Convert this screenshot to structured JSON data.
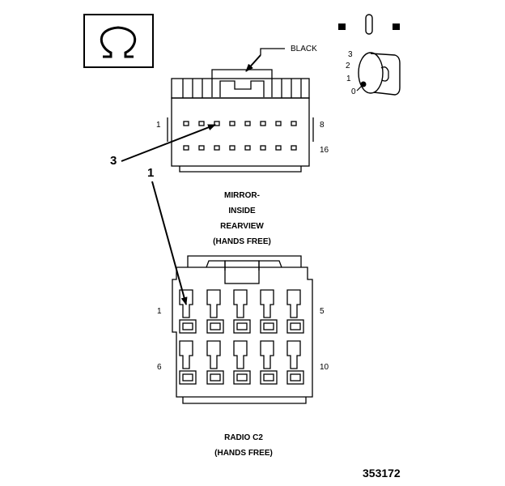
{
  "symbols": {
    "connector_symbol_icon": "omega-icon",
    "key_icon": "ignition-key-icon"
  },
  "key_positions": [
    "3",
    "2",
    "1",
    "0"
  ],
  "top_connector": {
    "wire_color_label": "BLACK",
    "pin_first": "1",
    "pin_row1_last": "8",
    "pin_last": "16",
    "name_lines": [
      "MIRROR-",
      "INSIDE",
      "REARVIEW",
      "(HANDS FREE)"
    ]
  },
  "bottom_connector": {
    "pin_first": "1",
    "pin_row1_last": "5",
    "pin_row2_first": "6",
    "pin_last": "10",
    "name_lines": [
      "RADIO C2",
      "(HANDS FREE)"
    ]
  },
  "callouts": {
    "pin_3": "3",
    "pin_1": "1"
  },
  "figure_number": "353172"
}
